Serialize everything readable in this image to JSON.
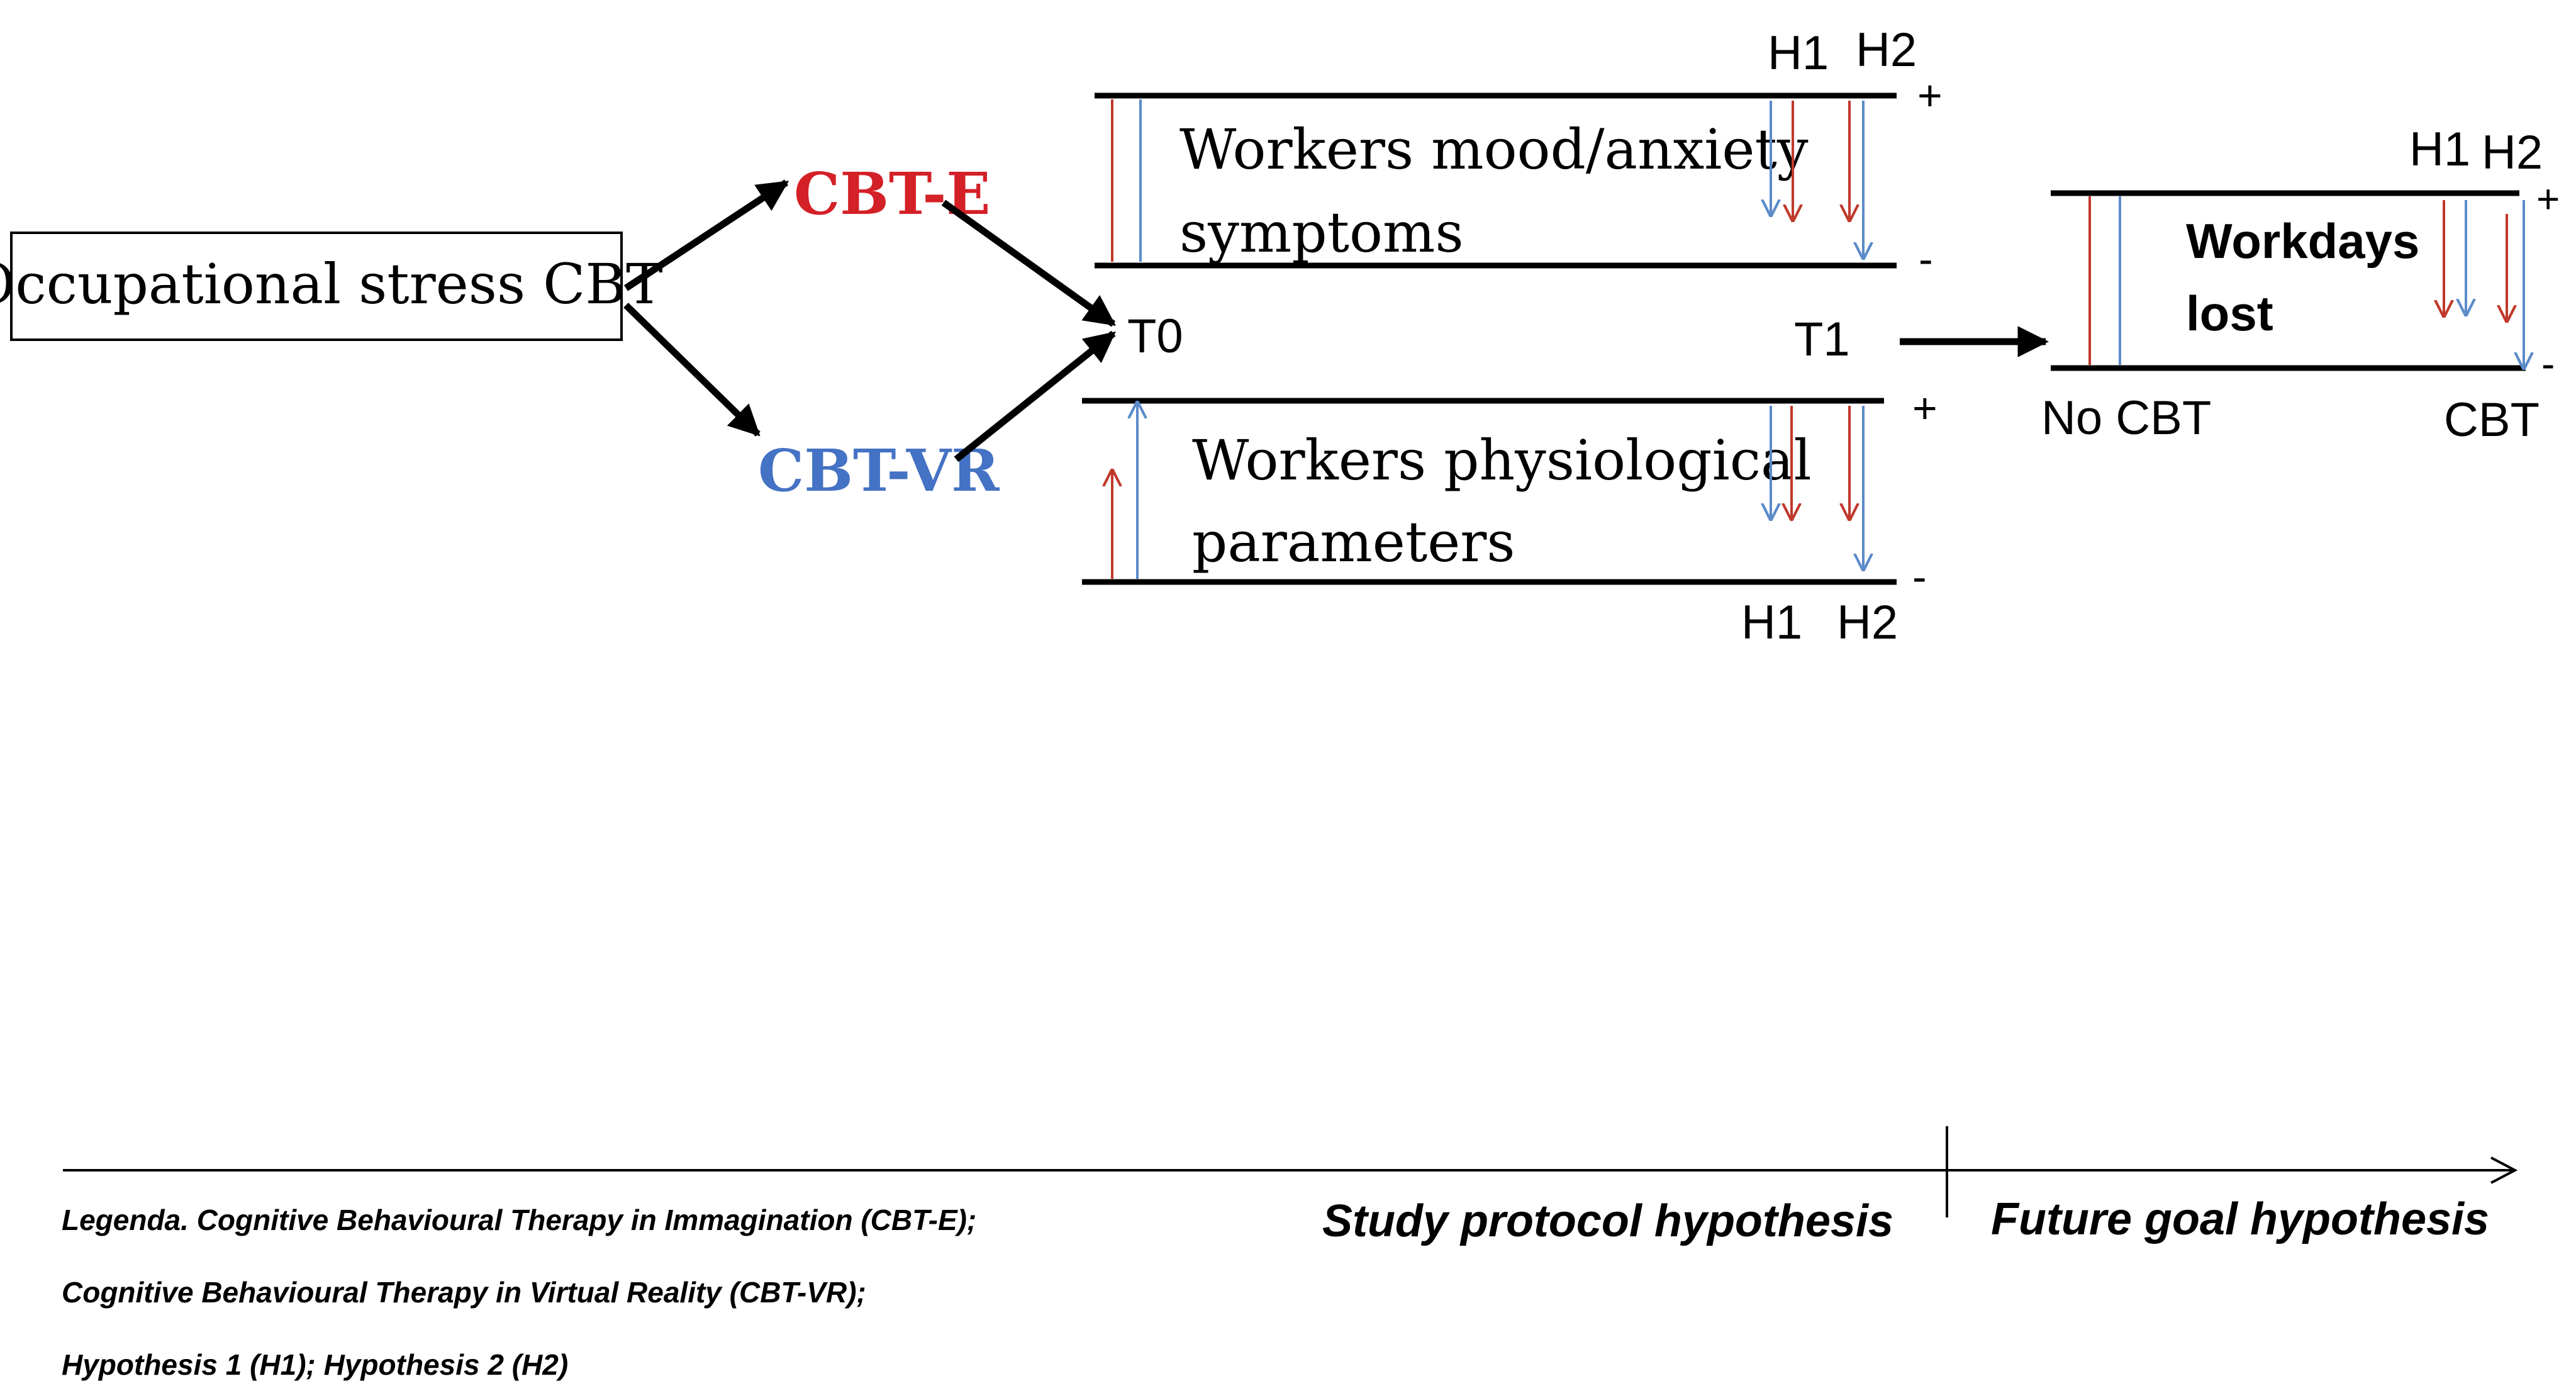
{
  "colors": {
    "ink": "#000000",
    "cbt_e": "#d42027",
    "cbt_vr": "#4472c4",
    "arrow_red": "#c0392b",
    "arrow_blue": "#5b8bc9"
  },
  "source_box": {
    "label": "Occupational stress CBT"
  },
  "branches": {
    "cbt_e": "CBT-E",
    "cbt_vr": "CBT-VR"
  },
  "timepoints": {
    "t0": "T0",
    "t1": "T1"
  },
  "mood_panel": {
    "line1": "Workers mood/anxiety",
    "line2": "symptoms",
    "h1": "H1",
    "h2": "H2",
    "plus": "+",
    "minus": "-"
  },
  "physio_panel": {
    "line1": "Workers physiological",
    "line2": "parameters",
    "h1": "H1",
    "h2": "H2",
    "plus": "+",
    "minus": "-"
  },
  "workdays_panel": {
    "line1": "Workdays",
    "line2": "lost",
    "h1": "H1",
    "h2": "H2",
    "plus": "+",
    "minus": "-",
    "no_cbt": "No CBT",
    "cbt": "CBT"
  },
  "timeline": {
    "study_label": "Study protocol hypothesis",
    "future_label": "Future goal hypothesis"
  },
  "legend": {
    "line1": "Legenda. Cognitive Behavioural Therapy  in Immagination (CBT-E);",
    "line2": "Cognitive Behavioural Therapy in Virtual Reality (CBT-VR);",
    "line3": "Hypothesis 1 (H1); Hypothesis 2 (H2)"
  }
}
